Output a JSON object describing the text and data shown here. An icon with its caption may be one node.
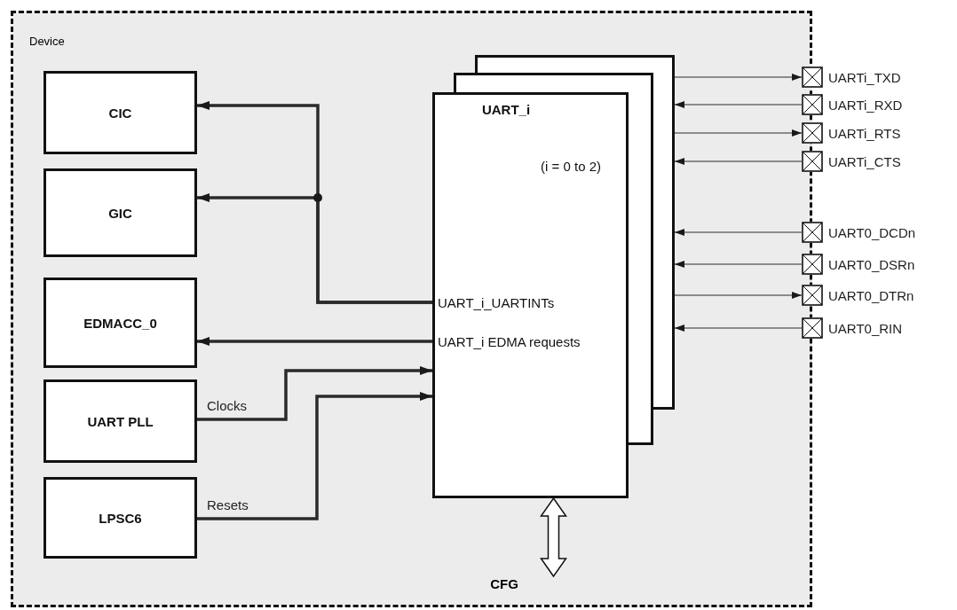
{
  "diagram": {
    "nodes": [
      {
        "text": [
          "Device"
        ]
      },
      {
        "text": [
          "CIC"
        ],
        "in": 0
      },
      {
        "text": [
          "GIC"
        ],
        "in": 0
      },
      {
        "text": [
          "EDMACC_0"
        ],
        "in": 0
      },
      {
        "text": [
          "UART PLL"
        ],
        "in": 0
      },
      {
        "text": [
          "LPSC6"
        ],
        "in": 0
      },
      {
        "text": [
          "UART_i",
          "(i = 0 to 2)",
          "UART_i_UARTINTs",
          "UART_i EDMA requests"
        ],
        "in": 0
      },
      {
        "text": [
          "UARTi_TXD"
        ]
      },
      {
        "text": [
          "UARTi_RXD"
        ]
      },
      {
        "text": [
          "UARTi_RTS"
        ]
      },
      {
        "text": [
          "UARTi_CTS"
        ]
      },
      {
        "text": [
          "UART0_DCDn"
        ]
      },
      {
        "text": [
          "UART0_DSRn"
        ]
      },
      {
        "text": [
          "UART0_DTRn"
        ]
      },
      {
        "text": [
          "UART0_RIN"
        ]
      },
      {
        "text": [
          "CFG"
        ],
        "in": 0
      }
    ],
    "edges": [
      {
        "from": 6,
        "to": 1,
        "arrow": "to",
        "style": "thick"
      },
      {
        "from": 6,
        "to": 2,
        "arrow": "to",
        "style": "thick"
      },
      {
        "from": 6,
        "to": 3,
        "arrow": "to",
        "style": "thick"
      },
      {
        "from": 4,
        "to": 6,
        "arrow": "to",
        "style": "thick",
        "label": "Clocks"
      },
      {
        "from": 5,
        "to": 6,
        "arrow": "to",
        "style": "thick",
        "label": "Resets"
      },
      {
        "from": 6,
        "to": 7,
        "arrow": "to"
      },
      {
        "from": 8,
        "to": 6,
        "arrow": "to"
      },
      {
        "from": 6,
        "to": 9,
        "arrow": "to"
      },
      {
        "from": 10,
        "to": 6,
        "arrow": "to"
      },
      {
        "from": 11,
        "to": 6,
        "arrow": "to"
      },
      {
        "from": 12,
        "to": 6,
        "arrow": "to"
      },
      {
        "from": 6,
        "to": 13,
        "arrow": "to"
      },
      {
        "from": 14,
        "to": 6,
        "arrow": "to"
      },
      {
        "from": 15,
        "to": 6,
        "arrow": "both",
        "style": "thick"
      }
    ]
  }
}
